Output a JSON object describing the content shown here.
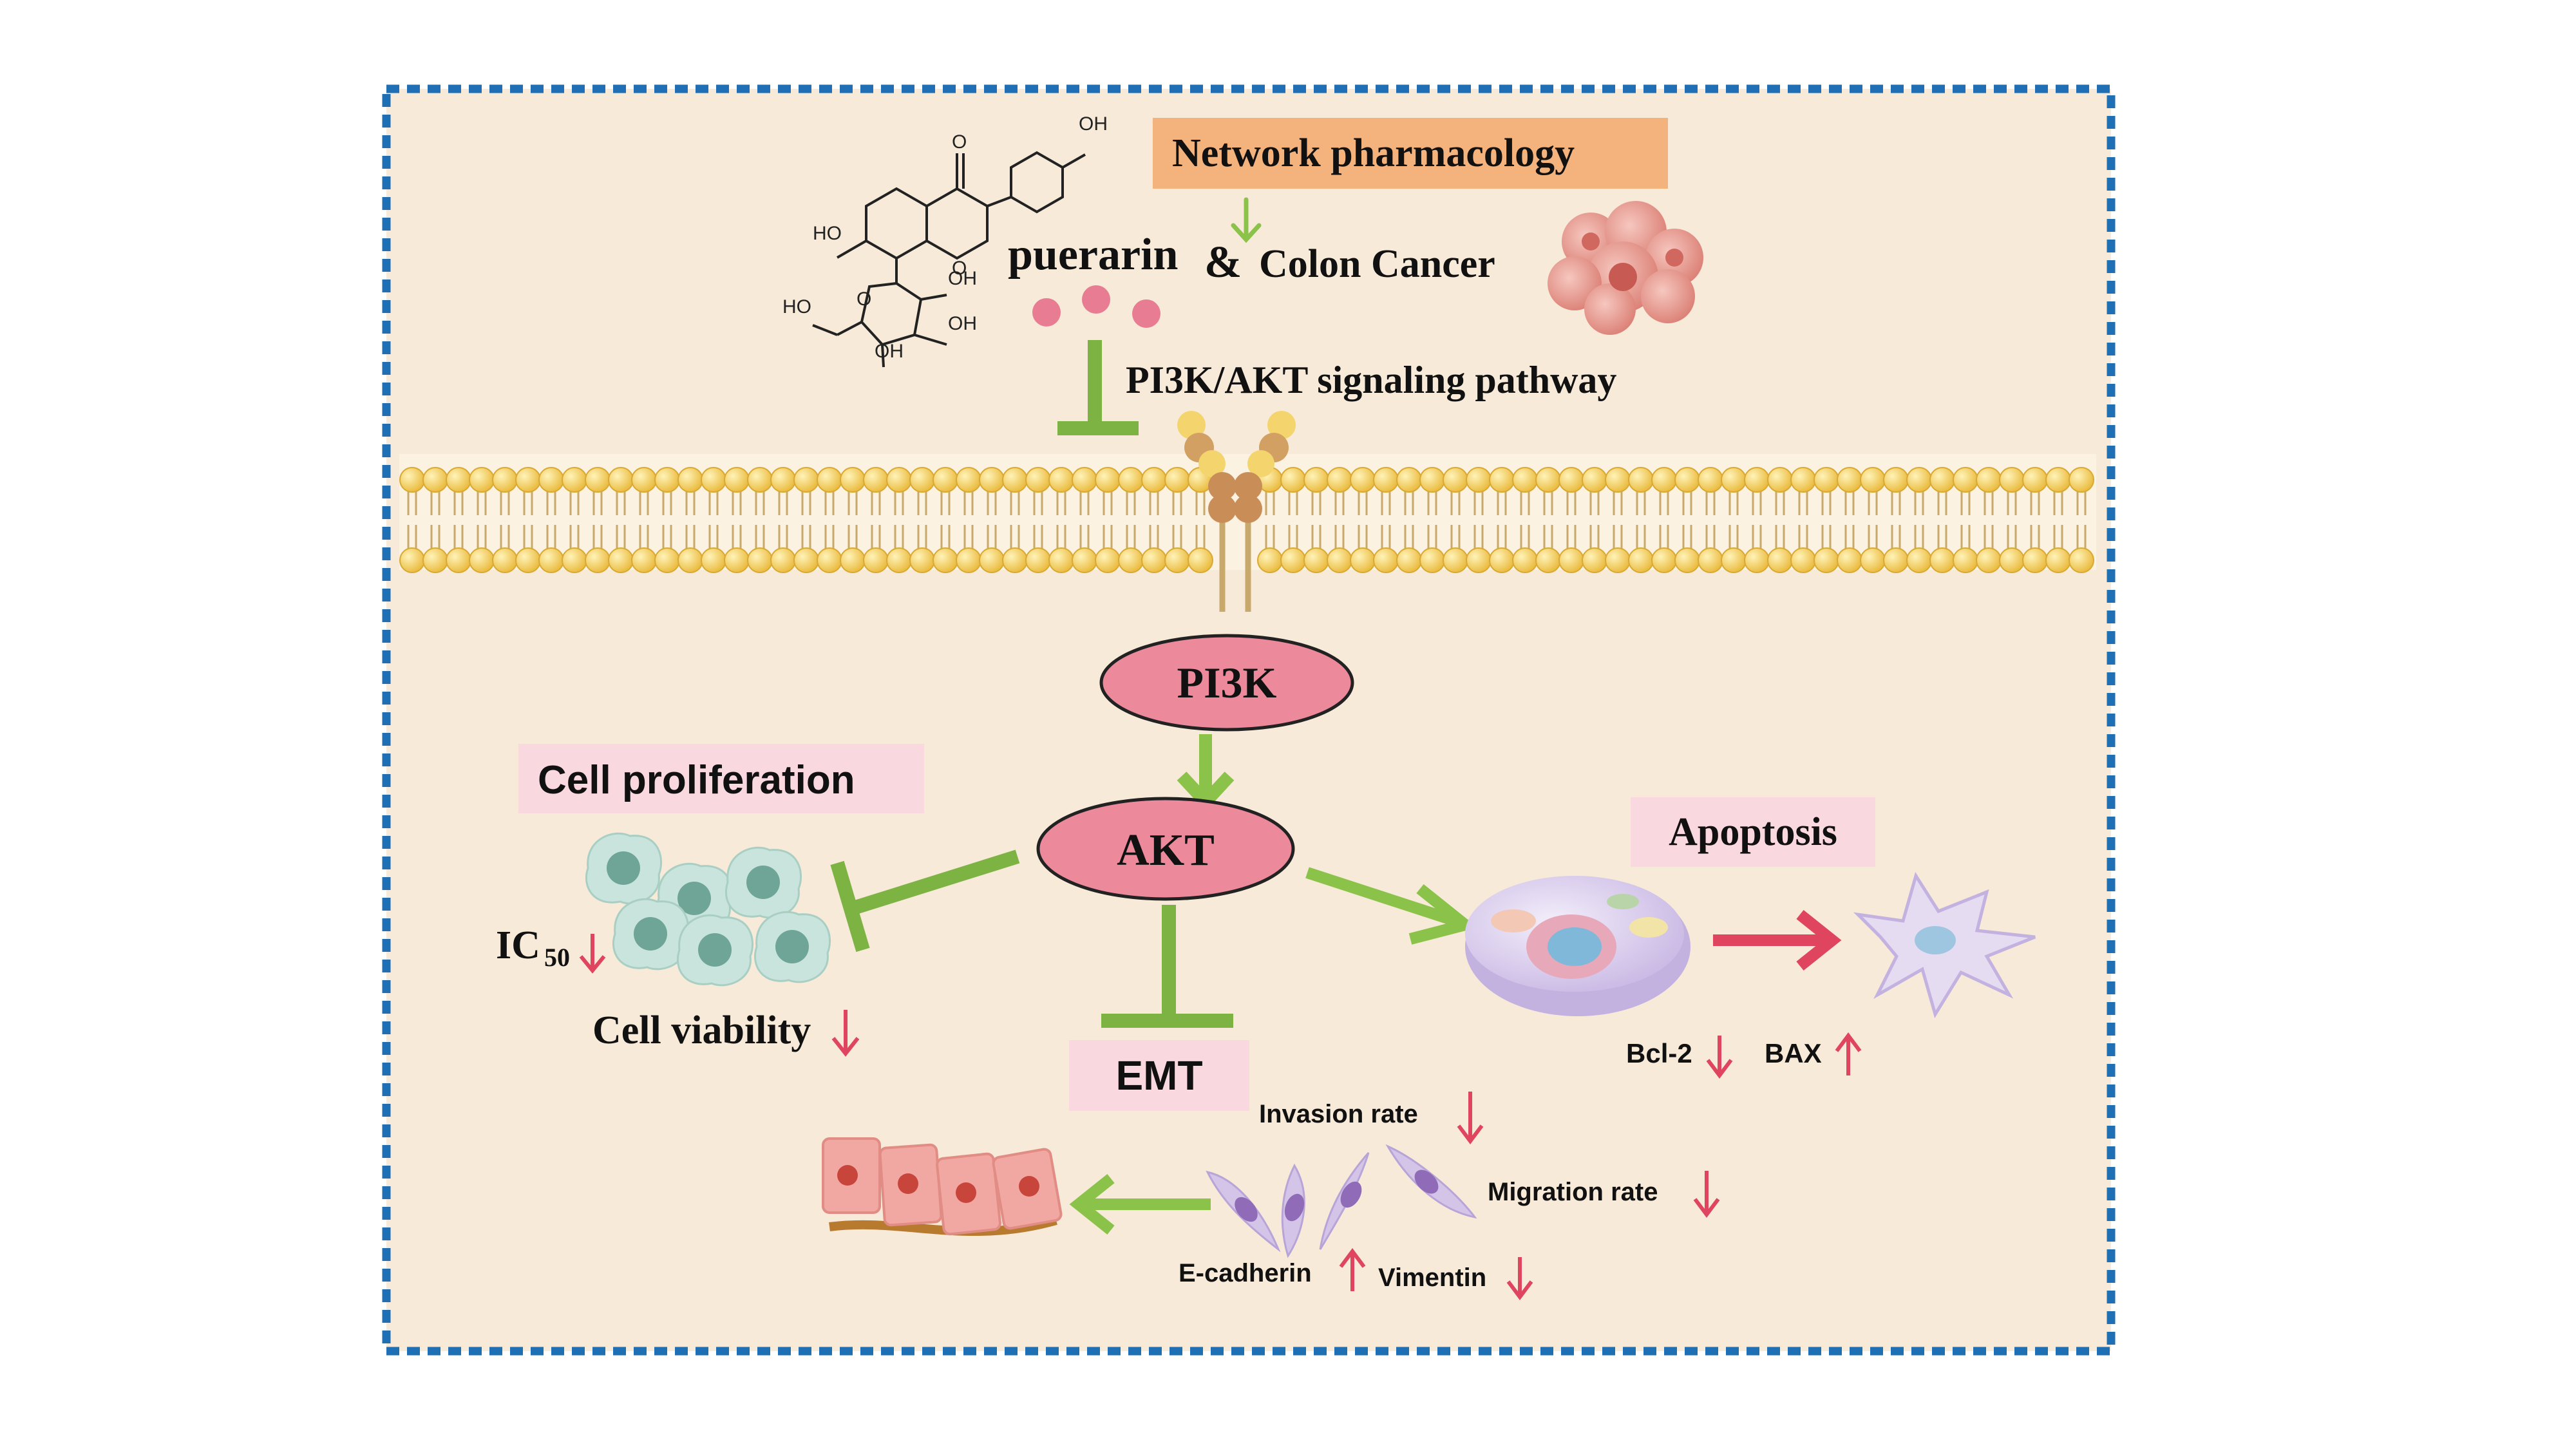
{
  "colors": {
    "frame": "#1f6fb5",
    "background": "#f7ead9",
    "inhibit": "#7cb342",
    "activate": "#8bc34a",
    "down_arrow": "#e0455f",
    "node_fill": "#ec8a9b",
    "label_pink": "#f9d9df",
    "label_orange": "#f4b27c",
    "lipid_head": "#f4cf63"
  },
  "molecule": {
    "name": "puerarin",
    "labels": {
      "oh_top": "OH",
      "o_carbonyl": "O",
      "o_ring": "O",
      "ho_left": "HO",
      "o_sugar": "O",
      "oh_right1": "OH",
      "oh_right2": "OH",
      "ho_sugar": "HO",
      "oh_bottom": "OH"
    }
  },
  "header": {
    "network_label": "Network pharmacology",
    "compound": "puerarin",
    "ampersand": "&",
    "disease": "Colon Cancer",
    "pathway": "PI3K/AKT signaling pathway"
  },
  "nodes": {
    "pi3k": "PI3K",
    "akt": "AKT"
  },
  "proliferation": {
    "label": "Cell proliferation",
    "ic50_main": "IC",
    "ic50_sub": "50",
    "viability": "Cell viability"
  },
  "apoptosis": {
    "label": "Apoptosis",
    "bcl2": "Bcl-2",
    "bax": "BAX"
  },
  "emt": {
    "label": "EMT",
    "invasion": "Invasion rate",
    "migration": "Migration rate",
    "ecadherin": "E-cadherin",
    "vimentin": "Vimentin"
  }
}
